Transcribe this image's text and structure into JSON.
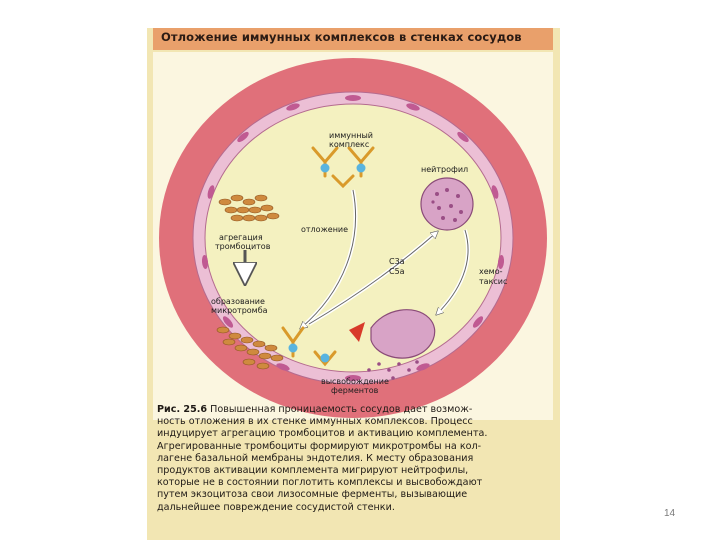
{
  "figure": {
    "title": "Отложение иммунных комплексов в стенках сосудов",
    "labels": {
      "immune_complex_line1": "иммунный",
      "immune_complex_line2": "комплекс",
      "neutrophil": "нейтрофил",
      "aggregation_line1": "агрегация",
      "aggregation_line2": "тромбоцитов",
      "deposition": "отложение",
      "c3a": "C3a",
      "c5a": "C5a",
      "chemotaxis_line1": "хемо-",
      "chemotaxis_line2": "таксис",
      "microthrombus_line1": "образование",
      "microthrombus_line2": "микротромба",
      "release_line1": "высвобождение",
      "release_line2": "ферментов"
    }
  },
  "caption": {
    "prefix": "Рис. 25.6",
    "lines": [
      "Повышенная проницаемость сосудов дает возмож-",
      "ность отложения в их стенке иммунных комплексов. Процесс",
      "индуцирует агрегацию тромбоцитов и активацию комплемента.",
      "Агрегированные тромбоциты формируют микротромбы на кол-",
      "лагене базальной мембраны эндотелия. К месту образования",
      "продуктов активации комплемента мигрируют нейтрофилы,",
      "которые не в состоянии поглотить комплексы и высвобождают",
      "путем экзоцитоза свои лизосомные ферменты, вызывающие",
      "дальнейшее повреждение сосудистой стенки."
    ]
  },
  "page_number": "14",
  "colors": {
    "vessel_wall": "#e0707a",
    "endothelium": "#ecbfd5",
    "lumen": "#f4f1c0",
    "platelets": "#cf8a3e",
    "neutrophil": "#d8a3c6",
    "complex_node": "#58b4e0",
    "antibody": "#d99a2b",
    "enzyme": "#d83a2a"
  }
}
